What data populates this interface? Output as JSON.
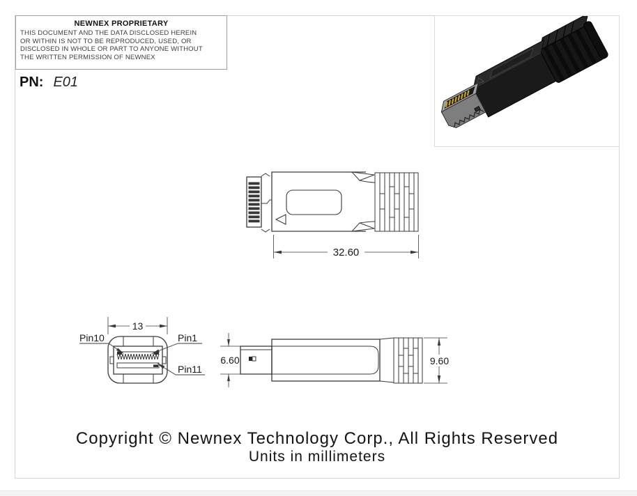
{
  "proprietary": {
    "title": "NEWNEX PROPRIETARY",
    "lines": [
      "THIS DOCUMENT AND THE DATA DISCLOSED HEREIN",
      "OR WITHIN IS NOT TO BE REPRODUCED, USED, OR",
      "DISCLOSED IN WHOLE OR PART TO ANYONE WITHOUT",
      "THE WRITTEN PERMISSION OF NEWNEX"
    ]
  },
  "part_number": {
    "label": "PN:",
    "value": "E01"
  },
  "drawing": {
    "dimensions": {
      "overall_length": "32.60",
      "connector_width": "13",
      "plug_height": "6.60",
      "boot_height": "9.60"
    },
    "pin_labels": {
      "pin10": "Pin10",
      "pin1": "Pin1",
      "pin11": "Pin11"
    },
    "units_note": "millimeters"
  },
  "footer": {
    "copyright": "Copyright © Newnex Technology Corp., All Rights Reserved",
    "units": "Units in millimeters"
  },
  "colors": {
    "line": "#3a3a3a",
    "frame_border": "#d6d6d6",
    "plastic_dark": "#161616",
    "shell_gray": "#7e7e7e",
    "pin_gold": "#c9a227"
  }
}
